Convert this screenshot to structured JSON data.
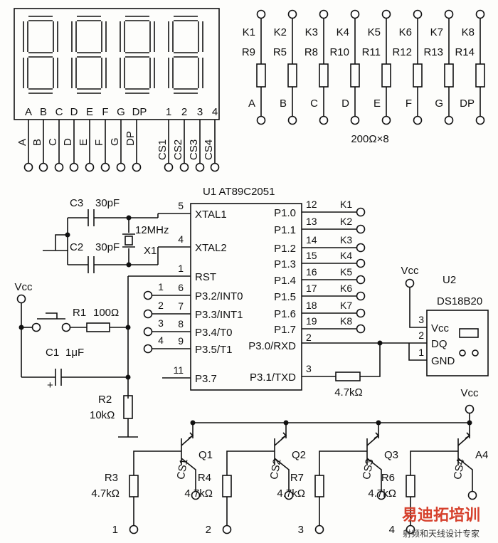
{
  "display": {
    "seg_labels": [
      "A",
      "B",
      "C",
      "D",
      "E",
      "F",
      "G",
      "DP"
    ],
    "digit_labels": [
      "1",
      "2",
      "3",
      "4"
    ],
    "pins": [
      "A",
      "B",
      "C",
      "D",
      "E",
      "F",
      "G",
      "DP",
      "CS1",
      "CS2",
      "CS3",
      "CS4"
    ]
  },
  "keys": {
    "k_labels": [
      "K1",
      "K2",
      "K3",
      "K4",
      "K5",
      "K6",
      "K7",
      "K8"
    ],
    "r_labels": [
      "R9",
      "R5",
      "R8",
      "R10",
      "R11",
      "R12",
      "R13",
      "R14"
    ],
    "bottom_labels": [
      "A",
      "B",
      "C",
      "D",
      "E",
      "F",
      "G",
      "DP"
    ],
    "array_value": "200Ω×8"
  },
  "mcu": {
    "name": "U1  AT89C2051",
    "left_pins": [
      {
        "num": "5",
        "label": "XTAL1"
      },
      {
        "num": "4",
        "label": "XTAL2"
      },
      {
        "num": "1",
        "label": "RST"
      },
      {
        "num": "6",
        "label": "P3.2/INT0"
      },
      {
        "num": "7",
        "label": "P3.3/INT1"
      },
      {
        "num": "8",
        "label": "P3.4/T0"
      },
      {
        "num": "9",
        "label": "P3.5/T1"
      },
      {
        "num": "11",
        "label": "P3.7"
      }
    ],
    "right_pins": [
      {
        "num": "12",
        "label": "P1.0",
        "net": "K1"
      },
      {
        "num": "13",
        "label": "P1.1",
        "net": "K2"
      },
      {
        "num": "14",
        "label": "P1.2",
        "net": "K3"
      },
      {
        "num": "15",
        "label": "P1.3",
        "net": "K4"
      },
      {
        "num": "16",
        "label": "P1.4",
        "net": "K5"
      },
      {
        "num": "17",
        "label": "P1.5",
        "net": "K6"
      },
      {
        "num": "18",
        "label": "P1.6",
        "net": "K7"
      },
      {
        "num": "19",
        "label": "P1.7",
        "net": "K8"
      },
      {
        "num": "2",
        "label": "P3.0/RXD"
      },
      {
        "num": "3",
        "label": "P3.1/TXD"
      }
    ],
    "ext_pin_nums": [
      "1",
      "2",
      "3",
      "4"
    ]
  },
  "crystal": {
    "c3": "C3",
    "c3_val": "30pF",
    "c2": "C2",
    "c2_val": "30pF",
    "freq": "12MHz",
    "x1": "X1"
  },
  "reset": {
    "vcc": "Vcc",
    "r1": "R1",
    "r1_val": "100Ω",
    "c1": "C1",
    "c1_val": "1μF",
    "plus": "+",
    "r2": "R2",
    "r2_val": "10kΩ"
  },
  "sensor": {
    "vcc": "Vcc",
    "u2": "U2",
    "name": "DS18B20",
    "pins": [
      {
        "num": "3",
        "label": "Vcc"
      },
      {
        "num": "2",
        "label": "DQ"
      },
      {
        "num": "1",
        "label": "GND"
      }
    ],
    "pullup_val": "4.7kΩ"
  },
  "drivers": {
    "vcc": "Vcc",
    "stages": [
      {
        "q": "Q1",
        "r": "R3",
        "r_val": "4.7kΩ",
        "cs": "CS1",
        "in": "1"
      },
      {
        "q": "Q2",
        "r": "R4",
        "r_val": "4.7kΩ",
        "cs": "CS2",
        "in": "2"
      },
      {
        "q": "Q3",
        "r": "R7",
        "r_val": "4.7kΩ",
        "cs": "CS3",
        "in": "3"
      },
      {
        "q": "A4",
        "r": "R6",
        "r_val": "4.7kΩ",
        "cs": "CS4",
        "in": "4"
      }
    ]
  },
  "watermark": {
    "title": "易迪拓培训",
    "subtitle": "射频和天线设计专家"
  }
}
